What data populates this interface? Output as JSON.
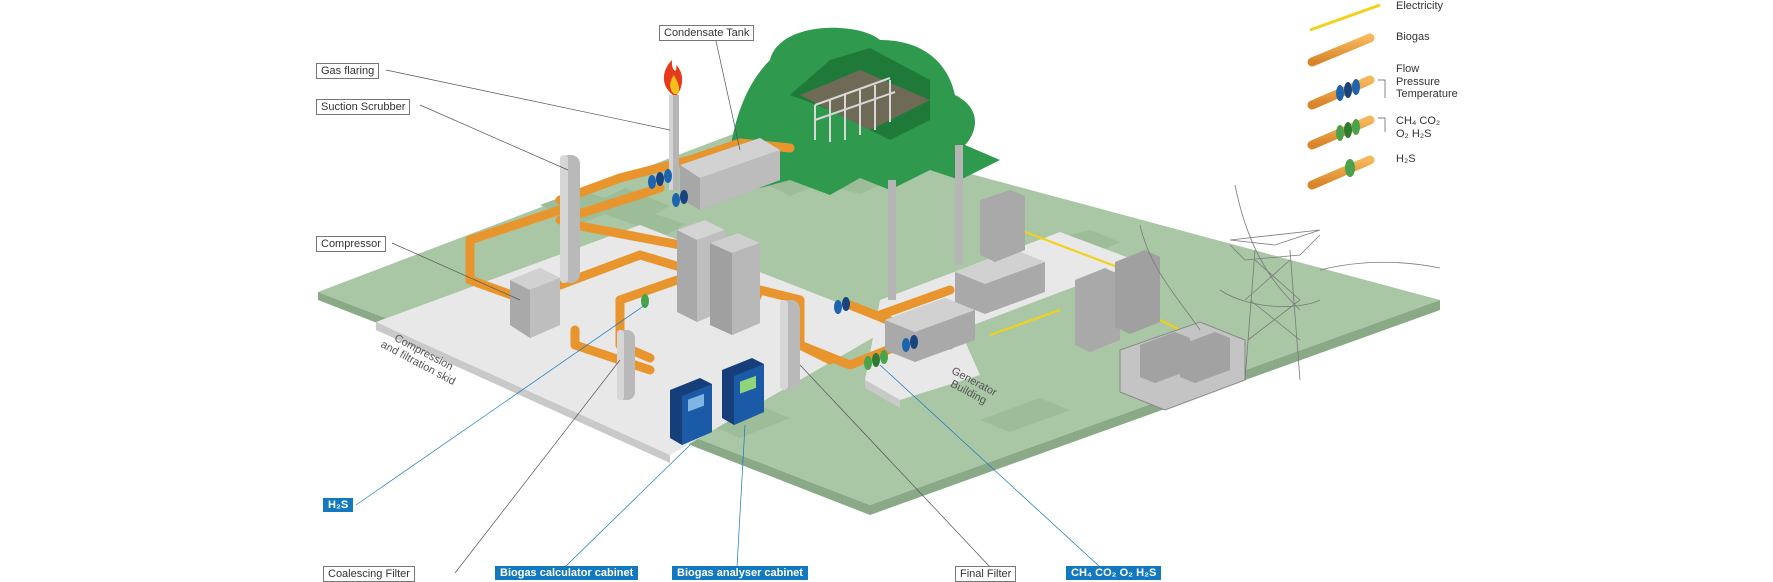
{
  "callouts": {
    "condensate_tank": "Condensate Tank",
    "gas_flaring": "Gas flaring",
    "suction_scrubber": "Suction Scrubber",
    "compressor": "Compressor",
    "coalescing_filter": "Coalescing Filter",
    "final_filter": "Final Filter"
  },
  "instrument_callouts": {
    "h2s": "H₂S",
    "biogas_calculator_cabinet": "Biogas calculator cabinet",
    "biogas_analyser_cabinet": "Biogas analyser cabinet",
    "ch4_co2_o2_h2s": "CH₄ CO₂ O₂ H₂S"
  },
  "areas": {
    "compression_skid_line1": "Compression",
    "compression_skid_line2": "and filtration skid",
    "generator_line1": "Generator",
    "generator_line2": "Building"
  },
  "legend": {
    "electricity": "Electricity",
    "biogas": "Biogas",
    "flow_pressure_temperature": {
      "line1": "Flow",
      "line2": "Pressure",
      "line3": "Temperature"
    },
    "gas_analysis": {
      "line1": "CH₄ CO₂",
      "line2": "O₂ H₂S"
    },
    "h2s": "H₂S"
  },
  "colors": {
    "ground": "#a9c6a5",
    "landfill": "#2f9a4e",
    "pipe": "#e8952e",
    "electricity": "#f2d11c",
    "equipment": "#b9b9b9",
    "cabinet": "#1b5aa6",
    "label_blue": "#1278bf",
    "sensor_blue": "#1d63ad",
    "sensor_green": "#4aa24a"
  }
}
